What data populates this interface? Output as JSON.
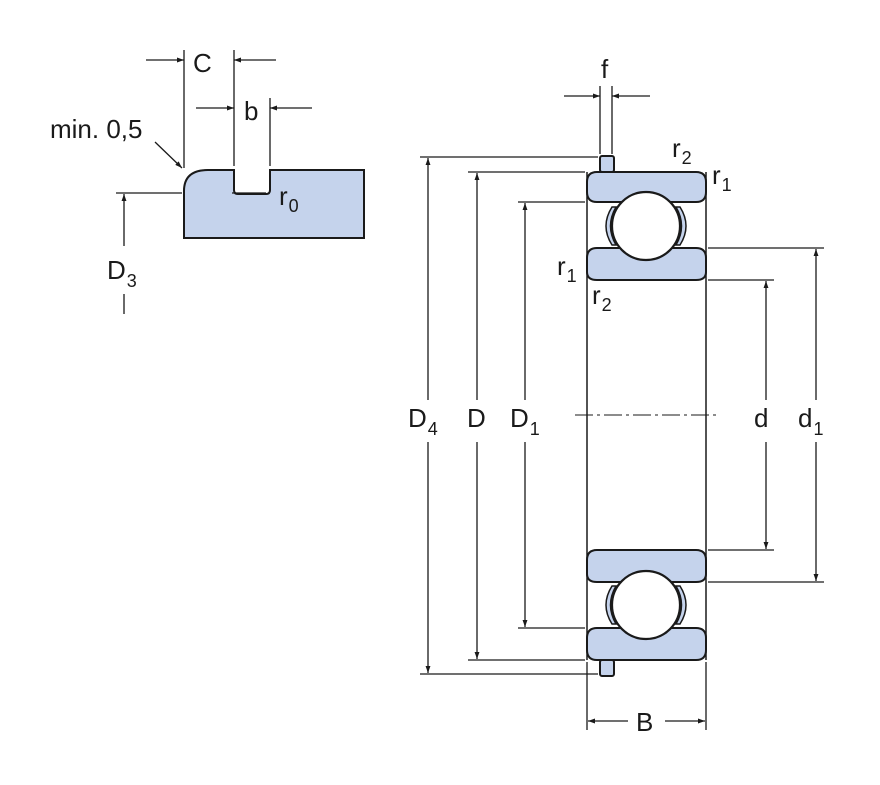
{
  "labels": {
    "C": "C",
    "b": "b",
    "min": "min. 0,5",
    "r0_main": "r",
    "r0_sub": "0",
    "D3_main": "D",
    "D3_sub": "3",
    "f": "f",
    "r2_top_main": "r",
    "r2_top_sub": "2",
    "r1_top_main": "r",
    "r1_top_sub": "1",
    "r1_left_main": "r",
    "r1_left_sub": "1",
    "r2_left_main": "r",
    "r2_left_sub": "2",
    "D4_main": "D",
    "D4_sub": "4",
    "D": "D",
    "D1_main": "D",
    "D1_sub": "1",
    "d": "d",
    "d1_main": "d",
    "d1_sub": "1",
    "B": "B"
  },
  "colors": {
    "fill": "#c5d3ec",
    "line": "#1a1a1a"
  }
}
